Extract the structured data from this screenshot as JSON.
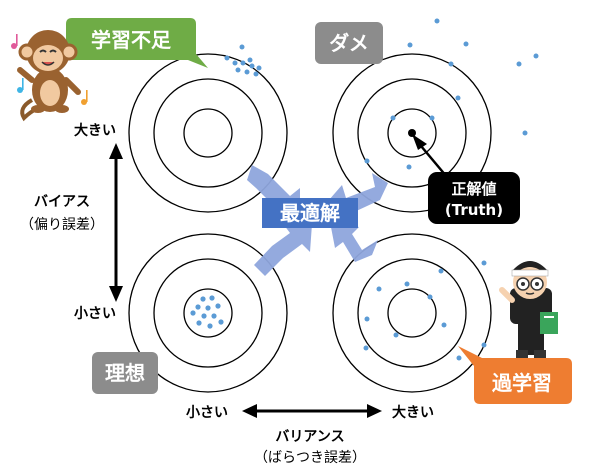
{
  "quadrants": {
    "top_left": {
      "label": "学習不足",
      "color": "#6fac46"
    },
    "top_right": {
      "label": "ダメ",
      "color": "#8c8c8c"
    },
    "bottom_left": {
      "label": "理想",
      "color": "#8c8c8c"
    },
    "bottom_right": {
      "label": "過学習",
      "color": "#ee7d31"
    }
  },
  "center_label": "最適解",
  "center_color": "#4472c4",
  "truth_callout": {
    "line1": "正解値",
    "line2": "(Truth)"
  },
  "bias_axis": {
    "top": "大きい",
    "bottom": "小さい",
    "title": "バイアス",
    "subtitle": "（偏り誤差）"
  },
  "variance_axis": {
    "left": "小さい",
    "right": "大きい",
    "title": "バリアンス",
    "subtitle": "（ばらつき誤差）"
  },
  "colors": {
    "dots": "#5b9bd5",
    "arrows": "#8fa6dd",
    "rings": "#000000"
  }
}
